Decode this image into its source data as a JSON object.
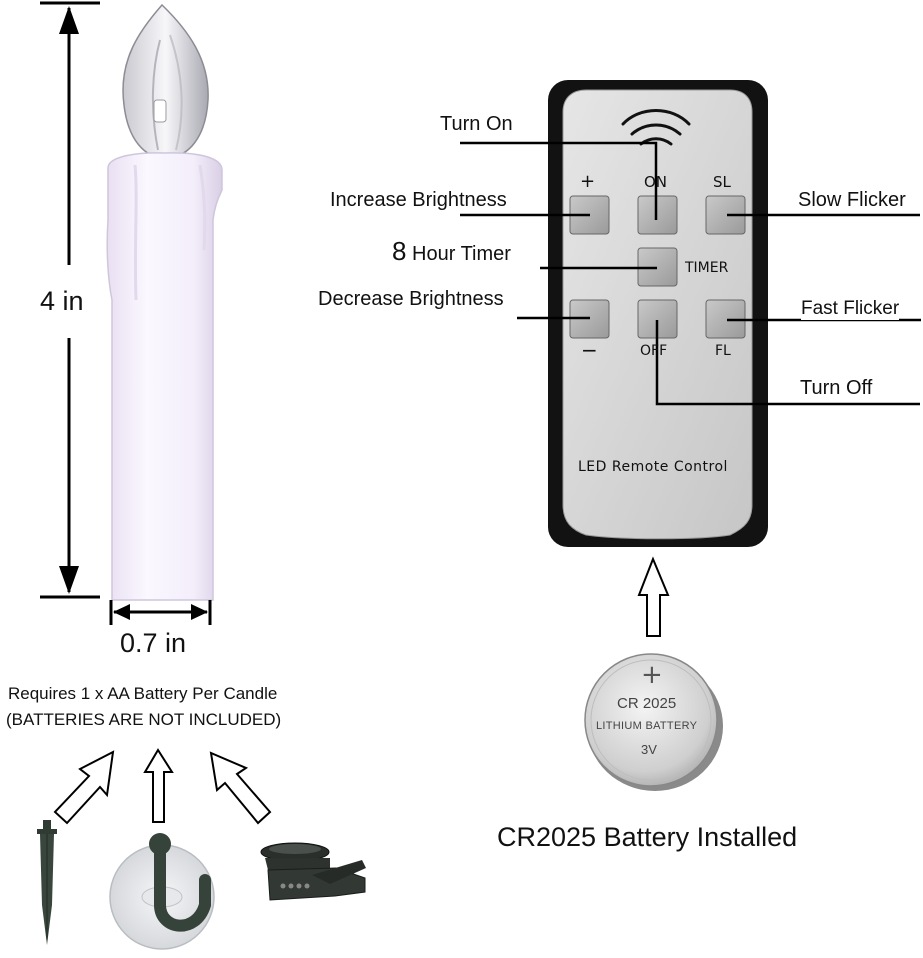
{
  "candle": {
    "height_label": "4 in",
    "width_label": "0.7 in"
  },
  "battery_note": {
    "line1": "Requires 1 x AA Battery Per Candle",
    "line2": "(BATTERIES ARE NOT INCLUDED)"
  },
  "accessories": {
    "icons": [
      "ground-stake-icon",
      "suction-cup-hook-icon",
      "clip-icon"
    ]
  },
  "remote": {
    "title": "LED Remote Control",
    "buttons": {
      "plus": "+",
      "on": "ON",
      "sl": "SL",
      "timer": "TIMER",
      "minus": "−",
      "off": "OFF",
      "fl": "FL"
    },
    "callouts": {
      "turn_on": "Turn On",
      "increase_brightness": "Increase Brightness",
      "slow_flicker": "Slow Flicker",
      "timer_digit": "8",
      "timer_rest": "Hour Timer",
      "decrease_brightness": "Decrease Brightness",
      "fast_flicker": "Fast Flicker",
      "turn_off": "Turn Off"
    }
  },
  "coin_battery": {
    "plus": "+",
    "model": "CR 2025",
    "type": "LITHIUM BATTERY",
    "voltage": "3V",
    "caption": "CR2025 Battery Installed"
  }
}
